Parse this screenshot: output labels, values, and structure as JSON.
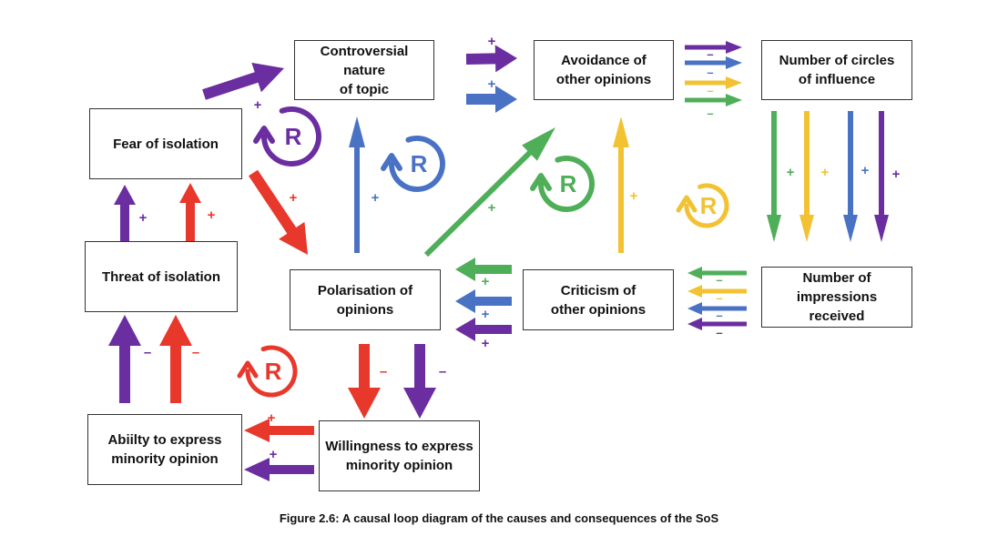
{
  "colors": {
    "purple": "#6a2ea0",
    "red": "#e8382c",
    "blue": "#4a72c4",
    "green": "#4fae58",
    "yellow": "#f2c233"
  },
  "nodes": {
    "controversial": "Controversial\nnature\nof topic",
    "avoidance": "Avoidance of\nother opinions",
    "circles": "Number of circles\nof influence",
    "fear": "Fear of isolation",
    "threat": "Threat of isolation",
    "polarisation": "Polarisation of\nopinions",
    "criticism": "Criticism of\nother opinions",
    "impressions": "Number of\nimpressions\nreceived",
    "ability": "Abiilty to express\nminority opinion",
    "willingness": "Willingness to express\nminority opinion"
  },
  "signs": {
    "plus": "+",
    "minus": "–"
  },
  "loop_label": "R",
  "caption": "Figure 2.6: A causal loop diagram of the causes and consequences of the SoS"
}
